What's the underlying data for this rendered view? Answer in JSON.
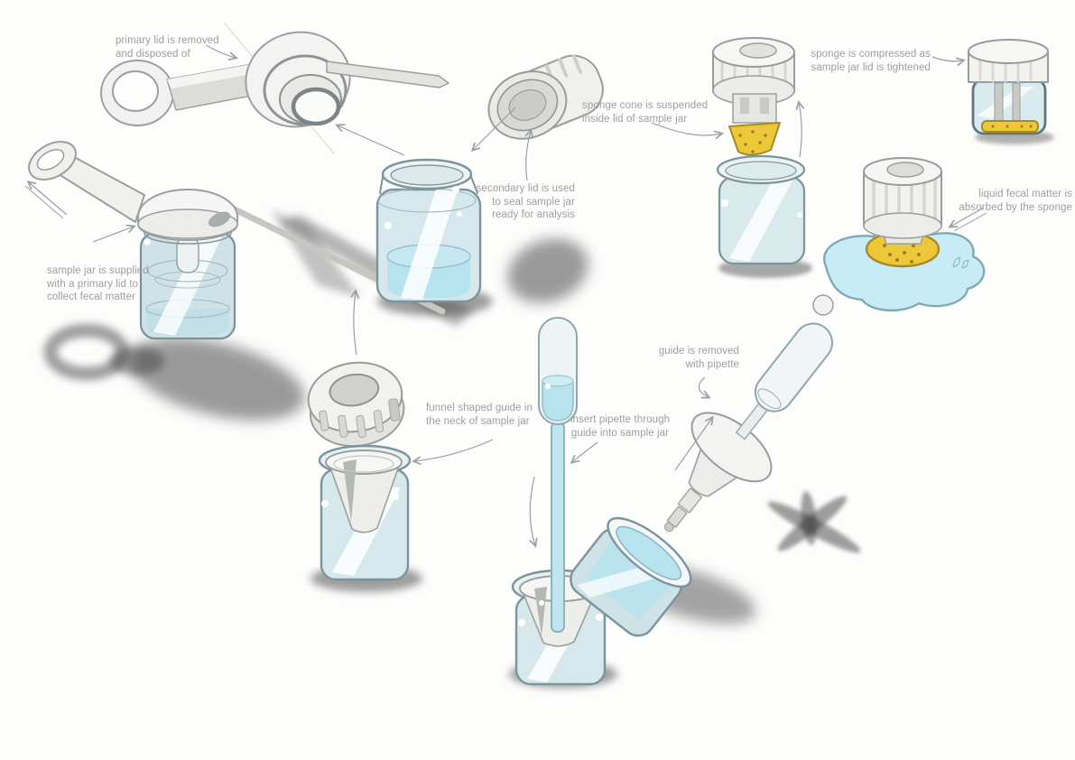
{
  "annotations": {
    "primary_lid_removed": "primary lid is removed\nand disposed of",
    "sample_jar_supplied": "sample jar is supplied\nwith a primary lid to\ncollect fecal matter",
    "secondary_lid": "secondary lid is used\nto seal sample jar\nready for analysis",
    "sponge_cone": "sponge cone is suspended\ninside lid of sample jar",
    "sponge_compressed": "sponge is compressed as\nsample jar lid is tightened",
    "liquid_absorbed": "liquid fecal matter is\nabsorbed by the sponge",
    "funnel_guide": "funnel shaped guide in\nthe neck of sample jar",
    "insert_pipette": "insert pipette through\nguide into sample jar",
    "guide_removed": "guide is removed\nwith pipette"
  },
  "colors": {
    "annotation_text": "#9e9e9e",
    "sketch_line": "#9aa0a0",
    "jar_outline": "#7c949c",
    "glass_tint": "#d6e8ec",
    "liquid_blue": "#b7e3ef",
    "puddle_blue": "#c8ecf5",
    "sponge_yellow": "#ecc839",
    "plastic_white": "#f4f4f2",
    "shadow": "#3f3f3f"
  }
}
